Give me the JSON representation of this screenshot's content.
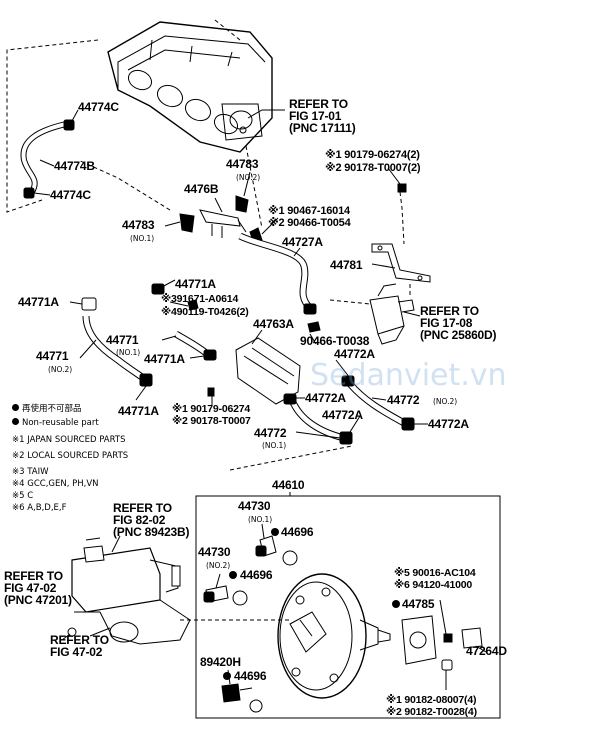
{
  "colors": {
    "line": "#000000",
    "watermark": "#9cc3e6"
  },
  "watermark": "Sedanviet.vn",
  "labels": {
    "p44774c_top": "44774C",
    "p44774b": "44774B",
    "p44774c_bot": "44774C",
    "refer_1701_a": "REFER TO",
    "refer_1701_b": "FIG 17-01",
    "refer_1701_c": "(PNC 17111)",
    "p44783_no2": "44783",
    "no2_a": "(NO.2)",
    "p4476b": "4476B",
    "p44783_no1": "44783",
    "no1_a": "(NO.1)",
    "s90179_06274_2": "※1 90179-06274(2)",
    "s90178_t0007_2": "※2 90178-T0007(2)",
    "s90467_16014": "※1 90467-16014",
    "s90466_t0054": "※2 90466-T0054",
    "p44727a": "44727A",
    "p44781": "44781",
    "p44771a_top": "44771A",
    "s91671_a0614": "※391671-A0614",
    "s90119_t0426": "※490119-T0426(2)",
    "refer_1708_a": "REFER TO",
    "refer_1708_b": "FIG 17-08",
    "refer_1708_c": "(PNC 25860D)",
    "p44771a_left": "44771A",
    "p44763a": "44763A",
    "p90466_t0038": "90466-T0038",
    "p44771_no1": "44771",
    "no1_b": "(NO.1)",
    "p44771a_mid": "44771A",
    "p44772a_1": "44772A",
    "p44771_no2": "44771",
    "no2_b": "(NO.2)",
    "p44772a_2": "44772A",
    "p44772_no2": "44772",
    "no2_c": "(NO.2)",
    "p44772a_3": "44772A",
    "p44771a_bot": "44771A",
    "s90179_06274": "※1 90179-06274",
    "s90178_t0007": "※2 90178-T0007",
    "p44772a_4": "44772A",
    "p44772_no1": "44772",
    "no1_c": "(NO.1)",
    "p44610": "44610",
    "p44730_no1": "44730",
    "no1_d": "(NO.1)",
    "p44696_1": "44696",
    "p44730_no2": "44730",
    "no2_d": "(NO.2)",
    "p44696_2": "44696",
    "refer_8202_a": "REFER TO",
    "refer_8202_b": "FIG 82-02",
    "refer_8202_c": "(PNC 89423B)",
    "refer_4702_a": "REFER TO",
    "refer_4702_b": "FIG 47-02",
    "refer_4702_c": "(PNC 47201)",
    "refer_4702b_a": "REFER TO",
    "refer_4702b_b": "FIG 47-02",
    "s90016_ac104": "※5 90016-AC104",
    "s94120_41000": "※6 94120-41000",
    "p44785": "44785",
    "p89420h": "89420H",
    "p44696_3": "44696",
    "p47264d": "47264D",
    "s90182_08007": "※1 90182-08007(4)",
    "s90182_t0028": "※2 90182-T0028(4)"
  },
  "legend": {
    "reuse_cn": "再使用不可部品",
    "reuse_en": "Non-reusable part",
    "items": [
      "※1 JAPAN SOURCED PARTS",
      "※2 LOCAL SOURCED PARTS",
      "※3 TAIW",
      "※4 GCC,GEN,   PH,VN",
      "※5 C",
      "※6 A,B,D,E,F"
    ]
  }
}
